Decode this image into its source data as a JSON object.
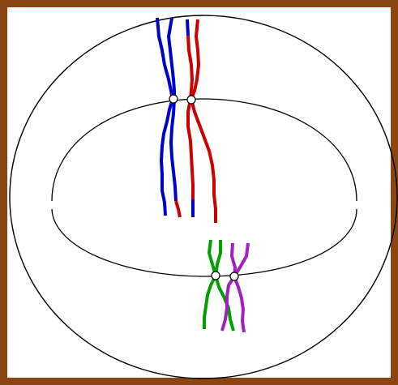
{
  "diagram": {
    "kind": "meiosis cell with paired homologous chromosomes (tetrads) on the equatorial plate",
    "colors": {
      "frame": "#8B4513",
      "outline": "#000000",
      "chromosome_blue": "#0000CC",
      "chromosome_red": "#CC0000",
      "chromosome_green": "#00A000",
      "chromosome_purple": "#A020C0",
      "centromere": "#ffffff"
    },
    "tetrads": [
      {
        "name": "large-pair",
        "chromatids": [
          "blue",
          "blue-with-red-tip",
          "red",
          "red-with-blue-tip"
        ],
        "crossing_over": true
      },
      {
        "name": "small-pair",
        "chromatids": [
          "green",
          "green",
          "purple",
          "purple"
        ],
        "crossing_over": false
      }
    ]
  }
}
